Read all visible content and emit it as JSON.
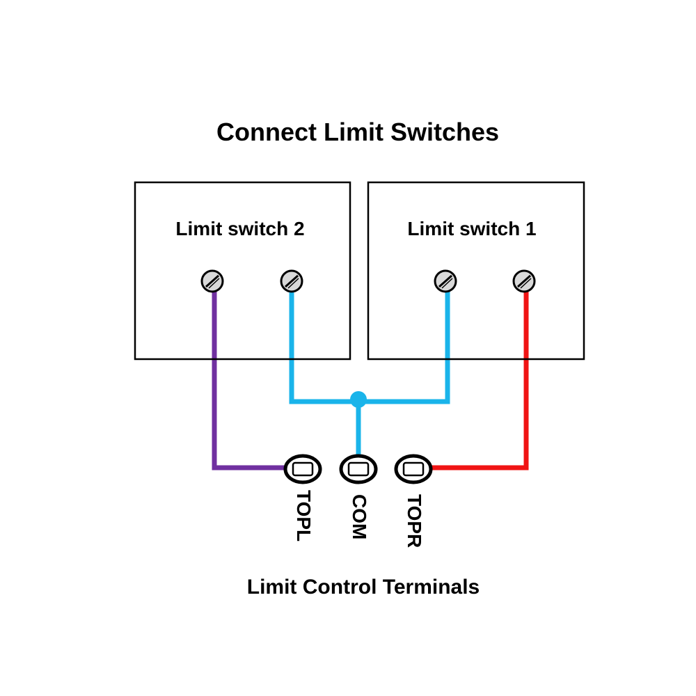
{
  "title": "Connect Limit Switches",
  "switches": [
    {
      "label": "Limit switch 2"
    },
    {
      "label": "Limit switch 1"
    }
  ],
  "terminals": [
    {
      "label": "TOPL"
    },
    {
      "label": "COM"
    },
    {
      "label": "TOPR"
    }
  ],
  "footer": "Limit Control Terminals",
  "colors": {
    "purple_wire": "#7030a0",
    "blue_wire": "#1ab4ea",
    "red_wire": "#f01414",
    "outline": "#000000"
  }
}
